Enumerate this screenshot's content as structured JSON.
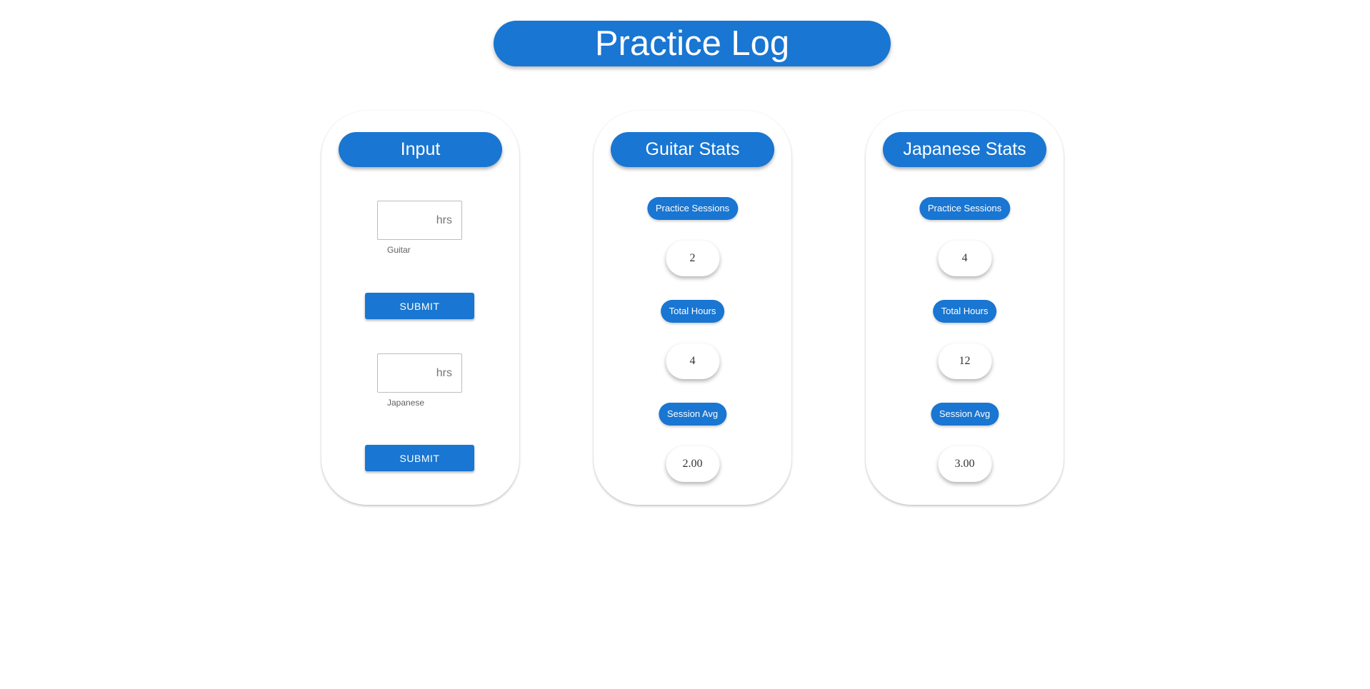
{
  "title": "Practice Log",
  "input_card": {
    "header": "Input",
    "guitar": {
      "suffix": "hrs",
      "helper": "Guitar",
      "value": "",
      "submit_label": "SUBMIT"
    },
    "japanese": {
      "suffix": "hrs",
      "helper": "Japanese",
      "value": "",
      "submit_label": "SUBMIT"
    }
  },
  "guitar_stats": {
    "header": "Guitar Stats",
    "sessions_label": "Practice Sessions",
    "sessions_value": "2",
    "hours_label": "Total Hours",
    "hours_value": "4",
    "avg_label": "Session Avg",
    "avg_value": "2.00"
  },
  "japanese_stats": {
    "header": "Japanese Stats",
    "sessions_label": "Practice Sessions",
    "sessions_value": "4",
    "hours_label": "Total Hours",
    "hours_value": "12",
    "avg_label": "Session Avg",
    "avg_value": "3.00"
  },
  "colors": {
    "accent": "#1976d2",
    "background": "#ffffff"
  }
}
